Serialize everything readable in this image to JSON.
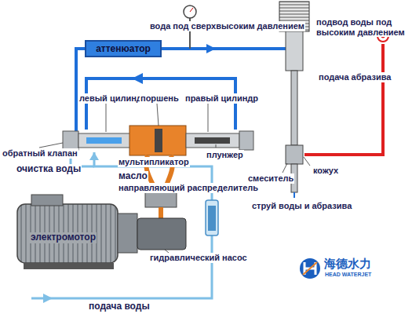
{
  "diagram": {
    "nodes": [
      {
        "text": [
          "аттенюатор"
        ]
      }
    ],
    "labels": [
      "вода под сверхвысоким давлением",
      "подвод воды под высоким давлением",
      "подача абразива",
      "левый цилиндр",
      "поршень",
      "правый цилиндр",
      "обратный клапан",
      "мультипликатор",
      "плунжер",
      "очистка воды",
      "масло",
      "кожух",
      "смеситель",
      "направляющий распределитель",
      "струй воды и абразива",
      "электромотор",
      "гидравлический насос",
      "подача воды",
      "海德水力",
      "HEAD WATERJET"
    ]
  }
}
